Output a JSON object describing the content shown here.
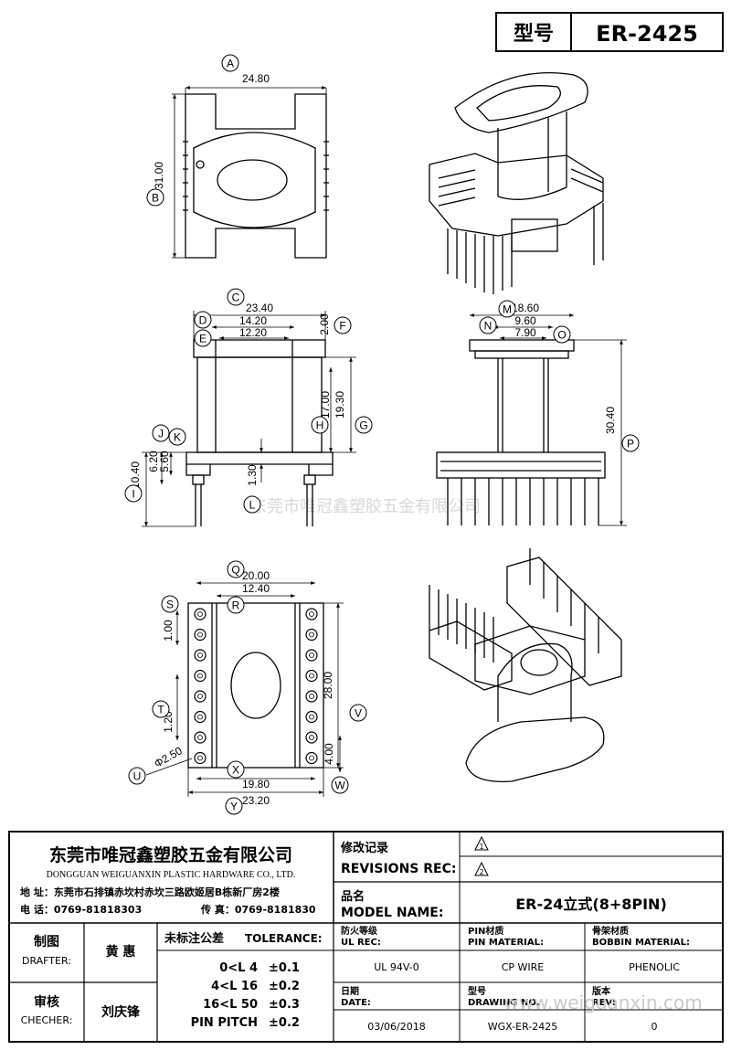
{
  "header": {
    "label": "型号",
    "model": "ER-2425"
  },
  "dims": {
    "a": "24.80",
    "b": "31.00",
    "c": "23.40",
    "d": "14.20",
    "e": "12.20",
    "f": "2.00",
    "g": "19.30",
    "h": "17.00",
    "i": "10.40",
    "j": "6.20",
    "k": "5.60",
    "l": "1.30",
    "m": "18.60",
    "n": "9.60",
    "o": "7.90",
    "p": "30.40",
    "q": "20.00",
    "r": "12.40",
    "s": "1.00",
    "t": "1.20",
    "u": "Φ2.50",
    "v": "28.00",
    "w": "4.00",
    "x": "19.80",
    "y": "23.20"
  },
  "letters": [
    "A",
    "B",
    "C",
    "D",
    "E",
    "F",
    "G",
    "H",
    "I",
    "J",
    "K",
    "L",
    "M",
    "N",
    "O",
    "P",
    "Q",
    "R",
    "S",
    "T",
    "U",
    "V",
    "W",
    "X",
    "Y"
  ],
  "watermarks": {
    "center": "东莞市唯冠鑫塑胶五金有限公司",
    "bottom": "www.weiguanxin.com"
  },
  "company": {
    "name_cn": "东莞市唯冠鑫塑胶五金有限公司",
    "name_en": "DONGGUAN WEIGUANXIN PLASTIC HARDWARE CO., LTD.",
    "address": "地  址：东莞市石排镇赤坎村赤坎三路欧姬居B栋新厂房2楼",
    "phone": "电  话：0769-81818303",
    "fax": "传  真：0769-8181830"
  },
  "revisions": {
    "label_cn": "修改记录",
    "label_en": "REVISIONS REC:",
    "marks": [
      "1",
      "2"
    ]
  },
  "model": {
    "label_cn": "品名",
    "label_en": "MODEL NAME:",
    "value": "ER-24立式(8+8PIN)"
  },
  "drafter": {
    "label_cn": "制图",
    "label_en": "DRAFTER:",
    "name": "黄  惠"
  },
  "checker": {
    "label_cn": "审核",
    "label_en": "CHECHER:",
    "name": "刘庆锋"
  },
  "tolerance": {
    "title_cn": "未标注公差",
    "title_en": "TOLERANCE:",
    "rows": [
      {
        "range": "0<L  4",
        "value": "±0.1"
      },
      {
        "range": "4<L  16",
        "value": "±0.2"
      },
      {
        "range": "16<L  50",
        "value": "±0.3"
      },
      {
        "range": "PIN PITCH",
        "value": "±0.2"
      }
    ]
  },
  "specs": {
    "ul_rec": {
      "label_cn": "防火等级",
      "label_en": "UL REC:",
      "value": "UL 94V-0"
    },
    "pin_mat": {
      "label_cn": "PIN材质",
      "label_en": "PIN MATERIAL:",
      "value": "CP WIRE"
    },
    "bob_mat": {
      "label_cn": "骨架材质",
      "label_en": "BOBBIN MATERIAL:",
      "value": "PHENOLIC"
    },
    "date": {
      "label_cn": "日期",
      "label_en": "DATE:",
      "value": "03/06/2018"
    },
    "drawing": {
      "label_cn": "型号",
      "label_en": "DRAWING NO.",
      "value": "WGX-ER-2425"
    },
    "rev": {
      "label_cn": "版本",
      "label_en": "REV:",
      "value": "0"
    }
  }
}
